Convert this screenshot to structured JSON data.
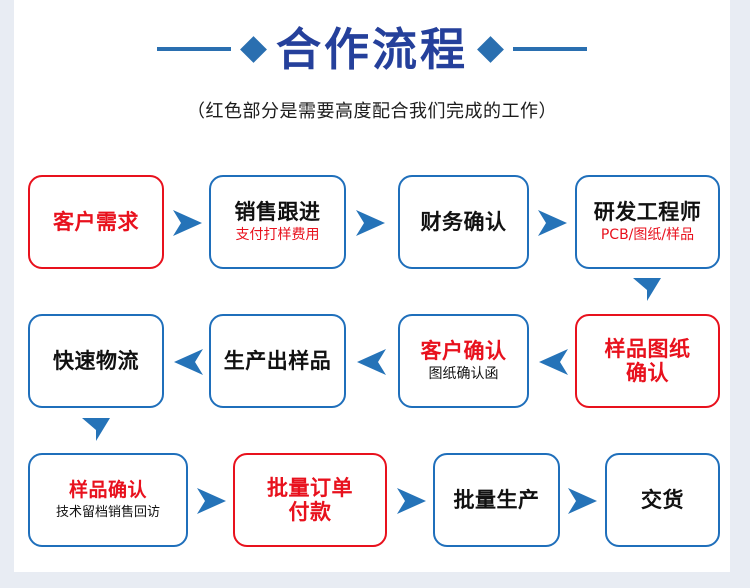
{
  "header": {
    "title": "合作流程",
    "subtitle": "（红色部分是需要高度配合我们完成的工作）",
    "left_diamond": "diamond-decoration",
    "right_diamond": "diamond-decoration"
  },
  "colors": {
    "brand_blue": "#1f6fbb",
    "title_navy": "#25409b",
    "accent_red": "#e8111d",
    "page_bg": "#e8ecf3",
    "canvas_bg": "#ffffff"
  },
  "flow": {
    "row1": [
      {
        "main": "客户需求",
        "sub": "",
        "border": "red",
        "main_color": "red",
        "sub_color": ""
      },
      {
        "main": "销售跟进",
        "sub": "支付打样费用",
        "border": "blue",
        "main_color": "black",
        "sub_color": "red"
      },
      {
        "main": "财务确认",
        "sub": "",
        "border": "blue",
        "main_color": "black",
        "sub_color": ""
      },
      {
        "main": "研发工程师",
        "sub": "PCB/图纸/样品",
        "border": "blue",
        "main_color": "black",
        "sub_color": "red"
      }
    ],
    "row2": [
      {
        "main": "快速物流",
        "sub": "",
        "border": "blue",
        "main_color": "black",
        "sub_color": ""
      },
      {
        "main": "生产出样品",
        "sub": "",
        "border": "blue",
        "main_color": "black",
        "sub_color": ""
      },
      {
        "main": "客户确认",
        "sub": "图纸确认函",
        "border": "blue",
        "main_color": "red",
        "sub_color": "black"
      },
      {
        "main": "样品图纸\n确认",
        "sub": "",
        "border": "red",
        "main_color": "red",
        "sub_color": ""
      }
    ],
    "row3": [
      {
        "main": "样品确认",
        "sub": "技术留档销售回访",
        "border": "blue",
        "main_color": "red",
        "sub_color": "black"
      },
      {
        "main": "批量订单\n付款",
        "sub": "",
        "border": "red",
        "main_color": "red",
        "sub_color": ""
      },
      {
        "main": "批量生产",
        "sub": "",
        "border": "blue",
        "main_color": "black",
        "sub_color": ""
      },
      {
        "main": "交货",
        "sub": "",
        "border": "blue",
        "main_color": "black",
        "sub_color": ""
      }
    ],
    "connectors": {
      "row1_arrows": [
        "arrow-right-icon",
        "arrow-right-icon",
        "arrow-right-icon"
      ],
      "row1_to_row2": "arrow-down-icon",
      "row2_arrows": [
        "arrow-left-icon",
        "arrow-left-icon",
        "arrow-left-icon"
      ],
      "row2_to_row3": "arrow-down-icon",
      "row3_arrows": [
        "arrow-right-icon",
        "arrow-right-icon",
        "arrow-right-icon"
      ]
    }
  }
}
